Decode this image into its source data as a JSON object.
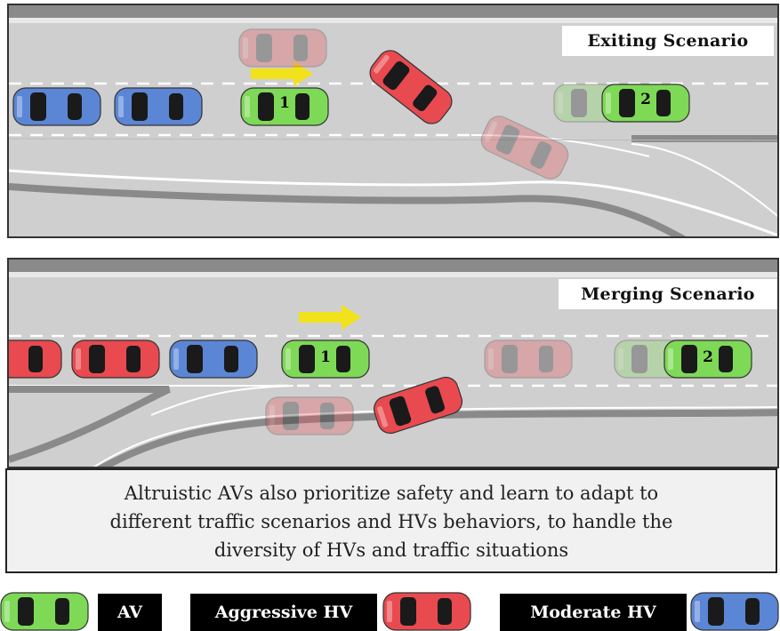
{
  "panels": {
    "exiting": {
      "label": "Exiting Scenario"
    },
    "merging": {
      "label": "Merging Scenario"
    }
  },
  "vehicle_numbers": {
    "first": "1",
    "second": "2"
  },
  "caption": {
    "lines": [
      "Altruistic AVs also prioritize safety and learn to adapt to",
      "different traffic scenarios and HVs behaviors, to handle the",
      "diversity of HVs and traffic situations"
    ]
  },
  "legend": {
    "av": "AV",
    "aggressive_hv": "Aggressive HV",
    "moderate_hv": "Moderate HV"
  },
  "colors": {
    "av": "#7ed957",
    "aggressive_hv": "#e84a4f",
    "moderate_hv": "#5b86d6",
    "arrow": "#f2e21c",
    "road": "#cfcfcf"
  }
}
